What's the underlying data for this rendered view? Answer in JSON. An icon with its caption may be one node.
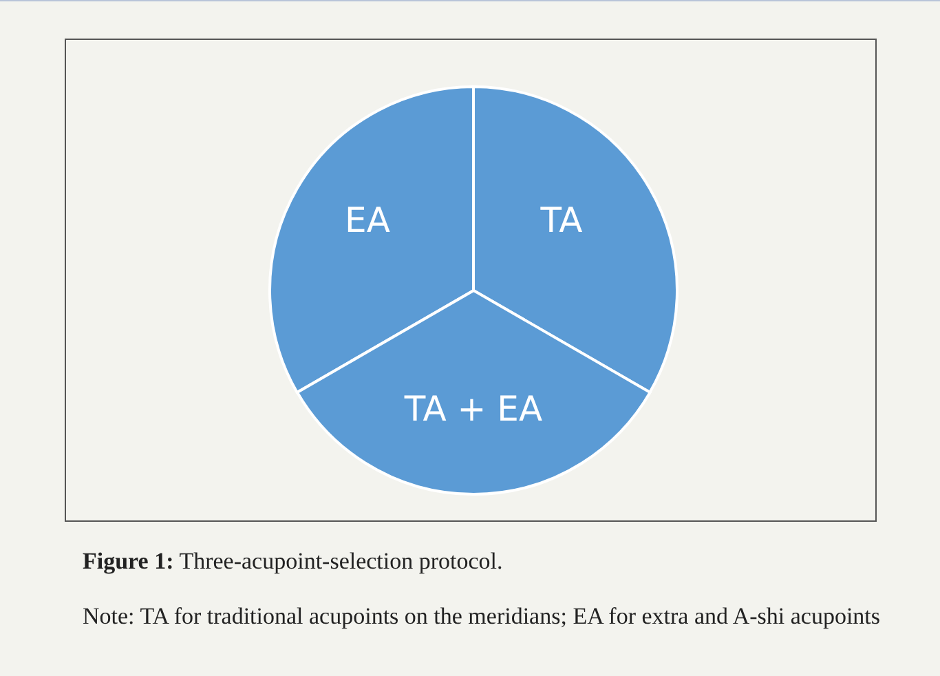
{
  "diagram": {
    "caption": "**Figure 1:** Three-acupoint-selection protocol.",
    "nodes": [
      {
        "text": [
          "EA"
        ]
      },
      {
        "text": [
          "TA"
        ]
      },
      {
        "text": [
          "TA + EA"
        ]
      }
    ],
    "edges": [],
    "labels": [
      "Note: TA for traditional acupoints on the meridians; EA for extra and A-shi acupoints"
    ]
  }
}
